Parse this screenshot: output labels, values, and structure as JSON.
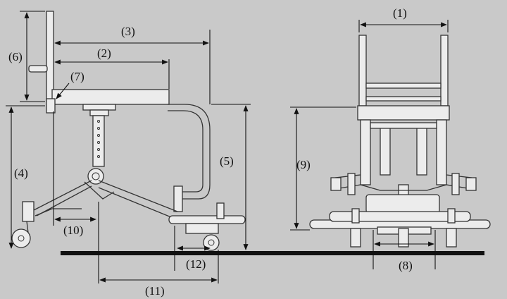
{
  "dimension_labels": [
    "(1)",
    "(2)",
    "(3)",
    "(4)",
    "(5)",
    "(6)",
    "(7)",
    "(8)",
    "(9)",
    "(10)",
    "(11)",
    "(12)"
  ],
  "colors": {
    "background": "#c9c9c9",
    "line": "#333333",
    "frame_fill": "#ececec",
    "floor": "#111111"
  }
}
